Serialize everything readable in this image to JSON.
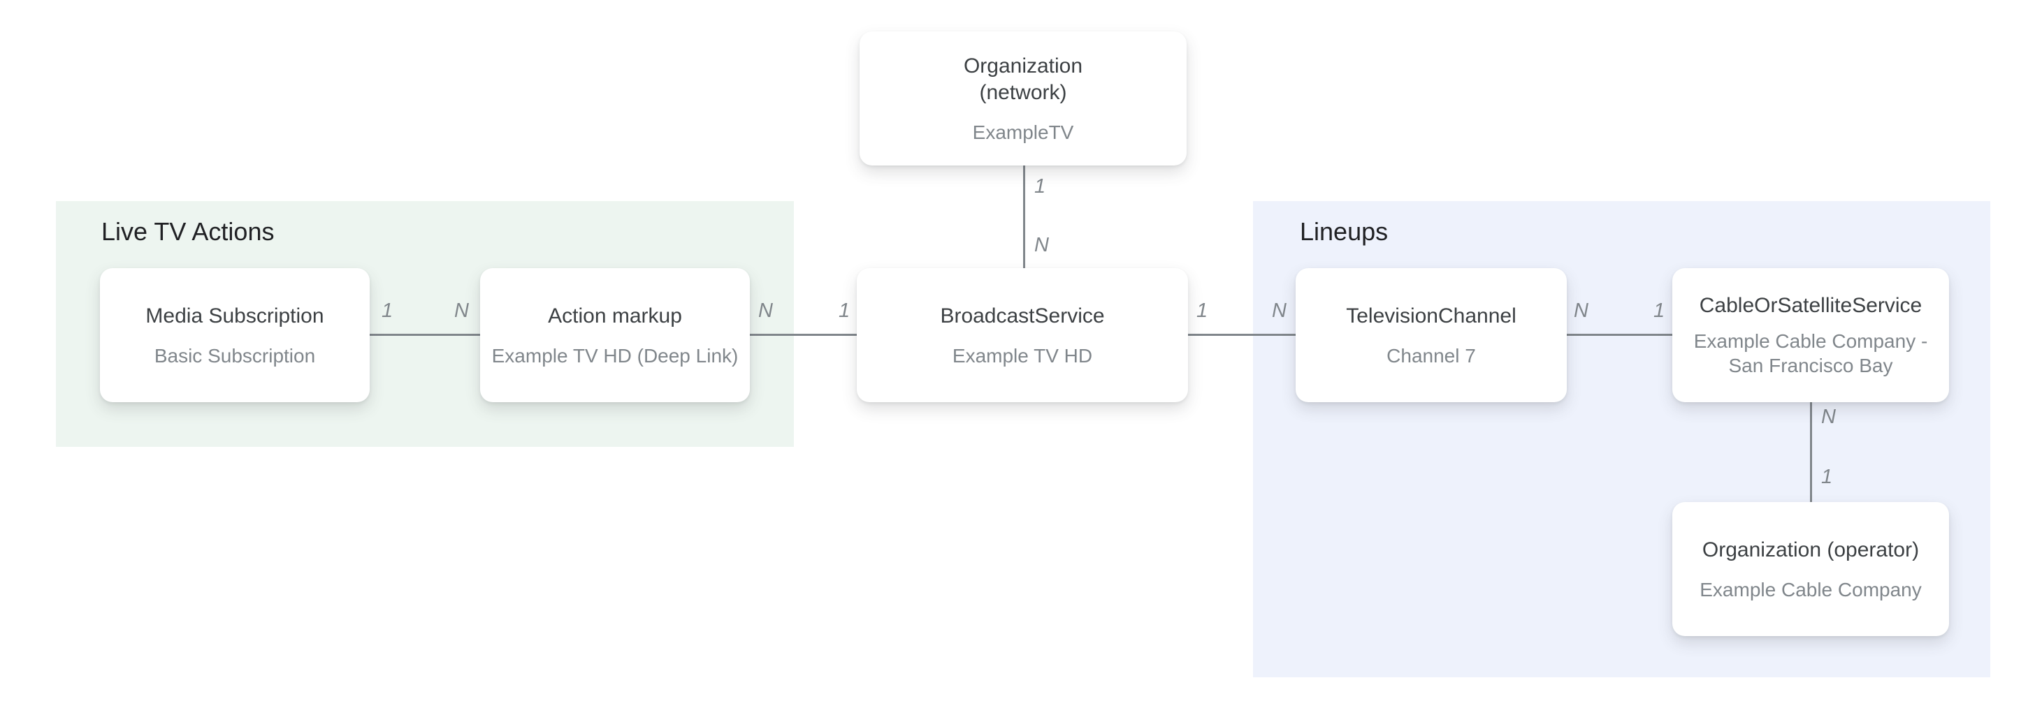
{
  "colors": {
    "background": "#ffffff",
    "live_tv_actions_panel": "#edf5f0",
    "lineups_panel": "#eef2fc",
    "node_background": "#ffffff",
    "node_title_text": "#3c4043",
    "node_subtitle_text": "#80868b",
    "section_title_text": "#202124",
    "connector_line": "#80868b",
    "edge_label_text": "#80868b"
  },
  "sections": {
    "live_tv_actions": {
      "title": "Live TV Actions"
    },
    "lineups": {
      "title": "Lineups"
    }
  },
  "nodes": {
    "organization_network": {
      "title_line1": "Organization",
      "title_line2": "(network)",
      "subtitle": "ExampleTV"
    },
    "media_subscription": {
      "title": "Media Subscription",
      "subtitle": "Basic Subscription"
    },
    "action_markup": {
      "title": "Action markup",
      "subtitle": "Example TV HD (Deep Link)"
    },
    "broadcast_service": {
      "title": "BroadcastService",
      "subtitle": "Example TV HD"
    },
    "television_channel": {
      "title": "TelevisionChannel",
      "subtitle": "Channel 7"
    },
    "cable_or_satellite_service": {
      "title": "CableOrSatelliteService",
      "subtitle_line1": "Example Cable Company -",
      "subtitle_line2": "San Francisco Bay"
    },
    "organization_operator": {
      "title": "Organization (operator)",
      "subtitle": "Example Cable Company"
    }
  },
  "edges": {
    "network_to_broadcast": {
      "top_label": "1",
      "bottom_label": "N"
    },
    "subscription_to_markup": {
      "left_label": "1",
      "right_label": "N"
    },
    "markup_to_broadcast": {
      "left_label": "N",
      "right_label": "1"
    },
    "broadcast_to_channel": {
      "left_label": "1",
      "right_label": "N"
    },
    "channel_to_cable": {
      "left_label": "N",
      "right_label": "1"
    },
    "cable_to_operator": {
      "top_label": "N",
      "bottom_label": "1"
    }
  }
}
